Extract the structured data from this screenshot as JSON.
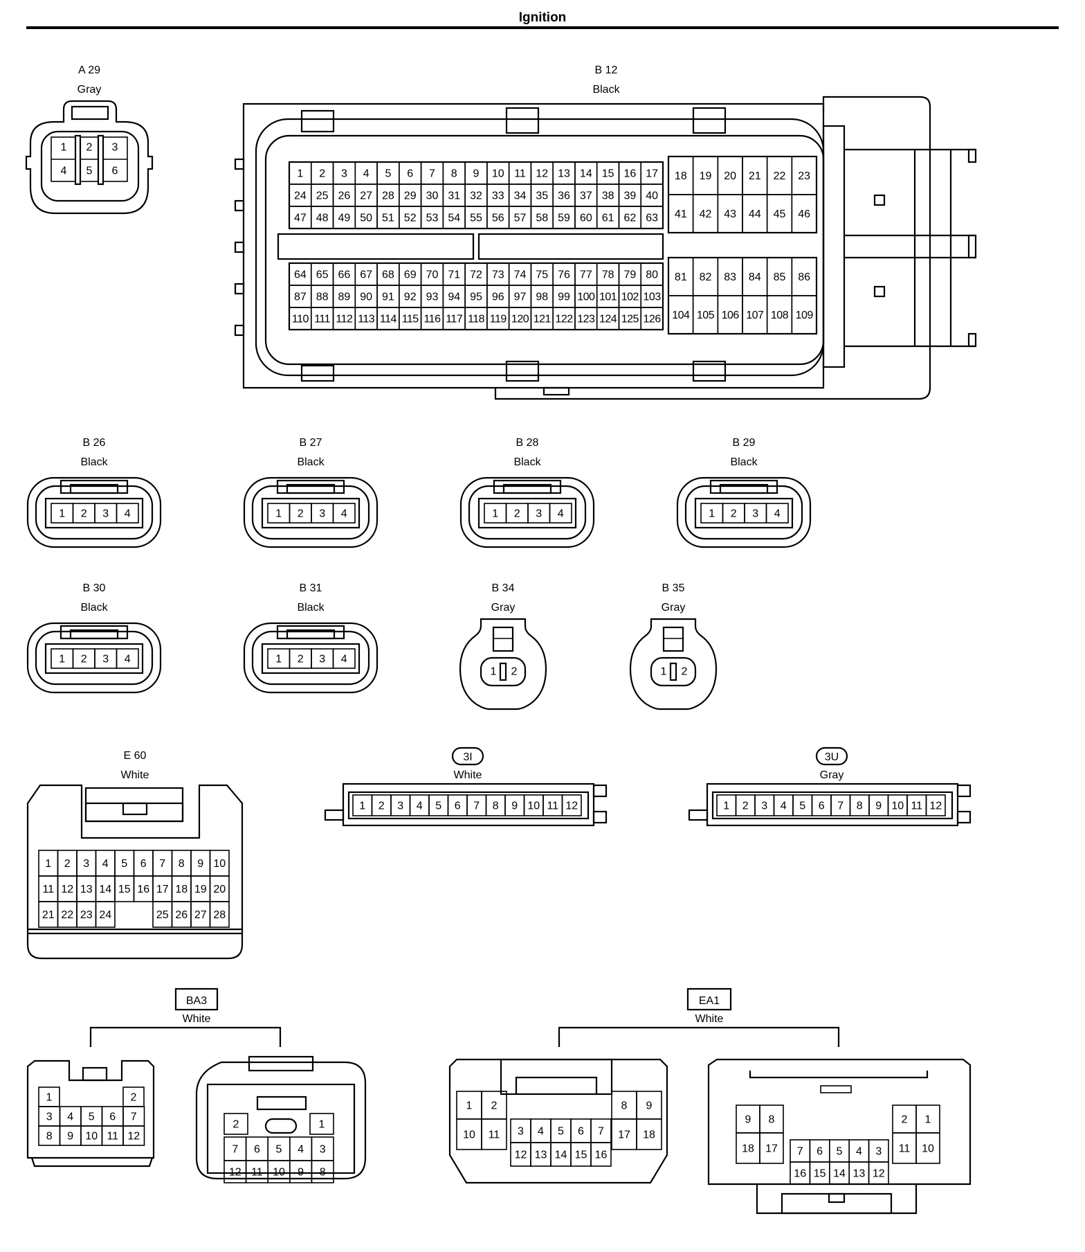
{
  "page_title": "Ignition",
  "connectors": [
    {
      "id": "A 29",
      "color": "Gray",
      "pins": [
        "1",
        "2",
        "3",
        "4",
        "5",
        "6"
      ]
    },
    {
      "id": "B 12",
      "color": "Black",
      "pin_count": 126
    },
    {
      "id": "B 26",
      "color": "Black",
      "pins": [
        "1",
        "2",
        "3",
        "4"
      ]
    },
    {
      "id": "B 27",
      "color": "Black",
      "pins": [
        "1",
        "2",
        "3",
        "4"
      ]
    },
    {
      "id": "B 28",
      "color": "Black",
      "pins": [
        "1",
        "2",
        "3",
        "4"
      ]
    },
    {
      "id": "B 29",
      "color": "Black",
      "pins": [
        "1",
        "2",
        "3",
        "4"
      ]
    },
    {
      "id": "B 30",
      "color": "Black",
      "pins": [
        "1",
        "2",
        "3",
        "4"
      ]
    },
    {
      "id": "B 31",
      "color": "Black",
      "pins": [
        "1",
        "2",
        "3",
        "4"
      ]
    },
    {
      "id": "B 34",
      "color": "Gray",
      "pins": [
        "1",
        "2"
      ]
    },
    {
      "id": "B 35",
      "color": "Gray",
      "pins": [
        "1",
        "2"
      ]
    },
    {
      "id": "E 60",
      "color": "White",
      "pin_count": 28
    },
    {
      "id": "3I",
      "color": "White",
      "pin_count": 12
    },
    {
      "id": "3U",
      "color": "Gray",
      "pin_count": 12
    },
    {
      "id": "BA3",
      "color": "White",
      "pin_count": 12
    },
    {
      "id": "EA1",
      "color": "White",
      "pin_count": 18
    }
  ]
}
